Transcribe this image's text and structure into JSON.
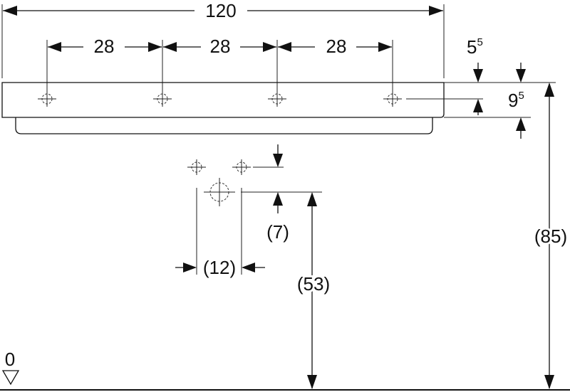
{
  "dimensions": {
    "overall_width": "120",
    "hole_spacing": [
      "28",
      "28",
      "28"
    ],
    "hole_offset": {
      "base": "5",
      "sup": "5"
    },
    "thickness": {
      "base": "9",
      "sup": "5"
    },
    "waste_offset": "(7)",
    "waste_spacing": "(12)",
    "waste_height": "(53)",
    "total_height": "(85)",
    "floor_level": "0"
  },
  "icons": {
    "hole_marker": "crosshair-icon",
    "waste_marker": "dashed-circle-crosshair-icon",
    "floor_marker": "level-triangle-icon"
  },
  "colors": {
    "line": "#111111",
    "background": "#ffffff"
  }
}
